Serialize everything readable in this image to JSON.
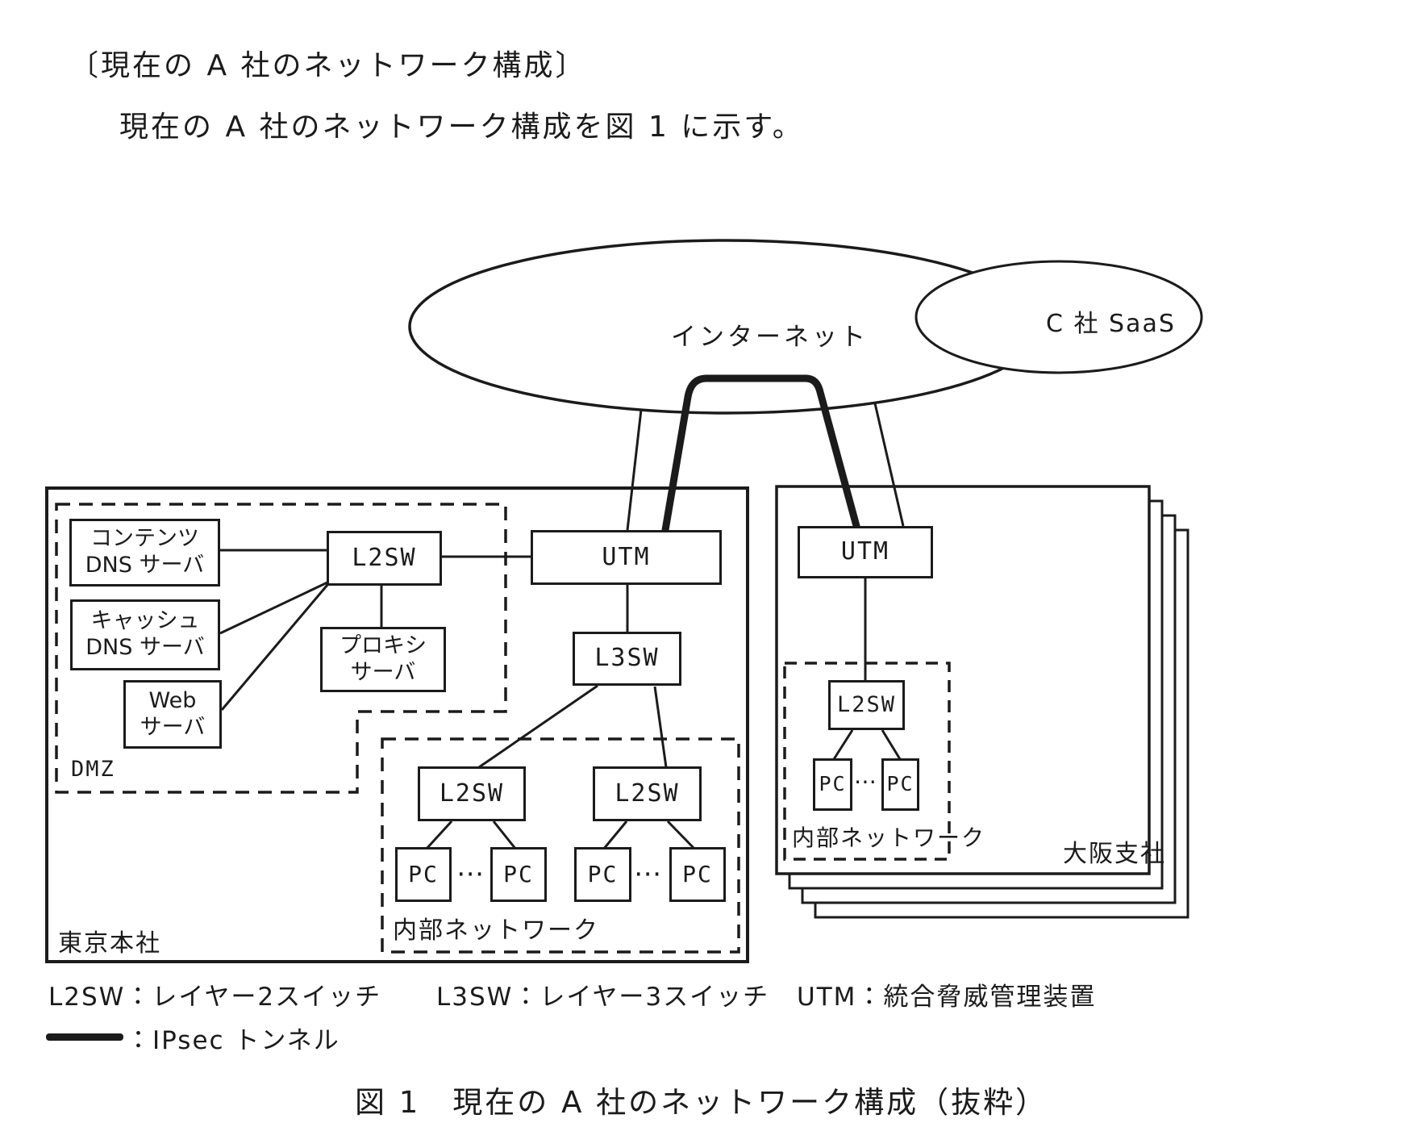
{
  "page": {
    "heading": "〔現在の A 社のネットワーク構成〕",
    "intro": "現在の A 社のネットワーク構成を図 1 に示す。",
    "caption": "図 1　現在の A 社のネットワーク構成（抜粋）"
  },
  "cloud": {
    "internet_label": "インターネット",
    "saas_label": "C 社 SaaS"
  },
  "labels": {
    "l2sw": "L2SW",
    "l3sw": "L3SW",
    "utm": "UTM",
    "pc": "PC",
    "dots": "⋯"
  },
  "tokyo": {
    "site_label": "東京本社",
    "dmz_label": "DMZ",
    "internal_label": "内部ネットワーク",
    "content_dns_label": "コンテンツ\nDNS サーバ",
    "cache_dns_label": "キャッシュ\nDNS サーバ",
    "web_label": "Web\nサーバ",
    "proxy_label": "プロキシ\nサーバ"
  },
  "osaka": {
    "site_label": "大阪支社",
    "internal_label": "内部ネットワーク"
  },
  "legend": {
    "l2sw": "L2SW：レイヤー2スイッチ",
    "l3sw": "L3SW：レイヤー3スイッチ",
    "utm": "UTM：統合脅威管理装置",
    "ipsec": "：IPsec トンネル"
  },
  "colors": {
    "ink": "#1b1b1b",
    "paper": "#ffffff"
  }
}
